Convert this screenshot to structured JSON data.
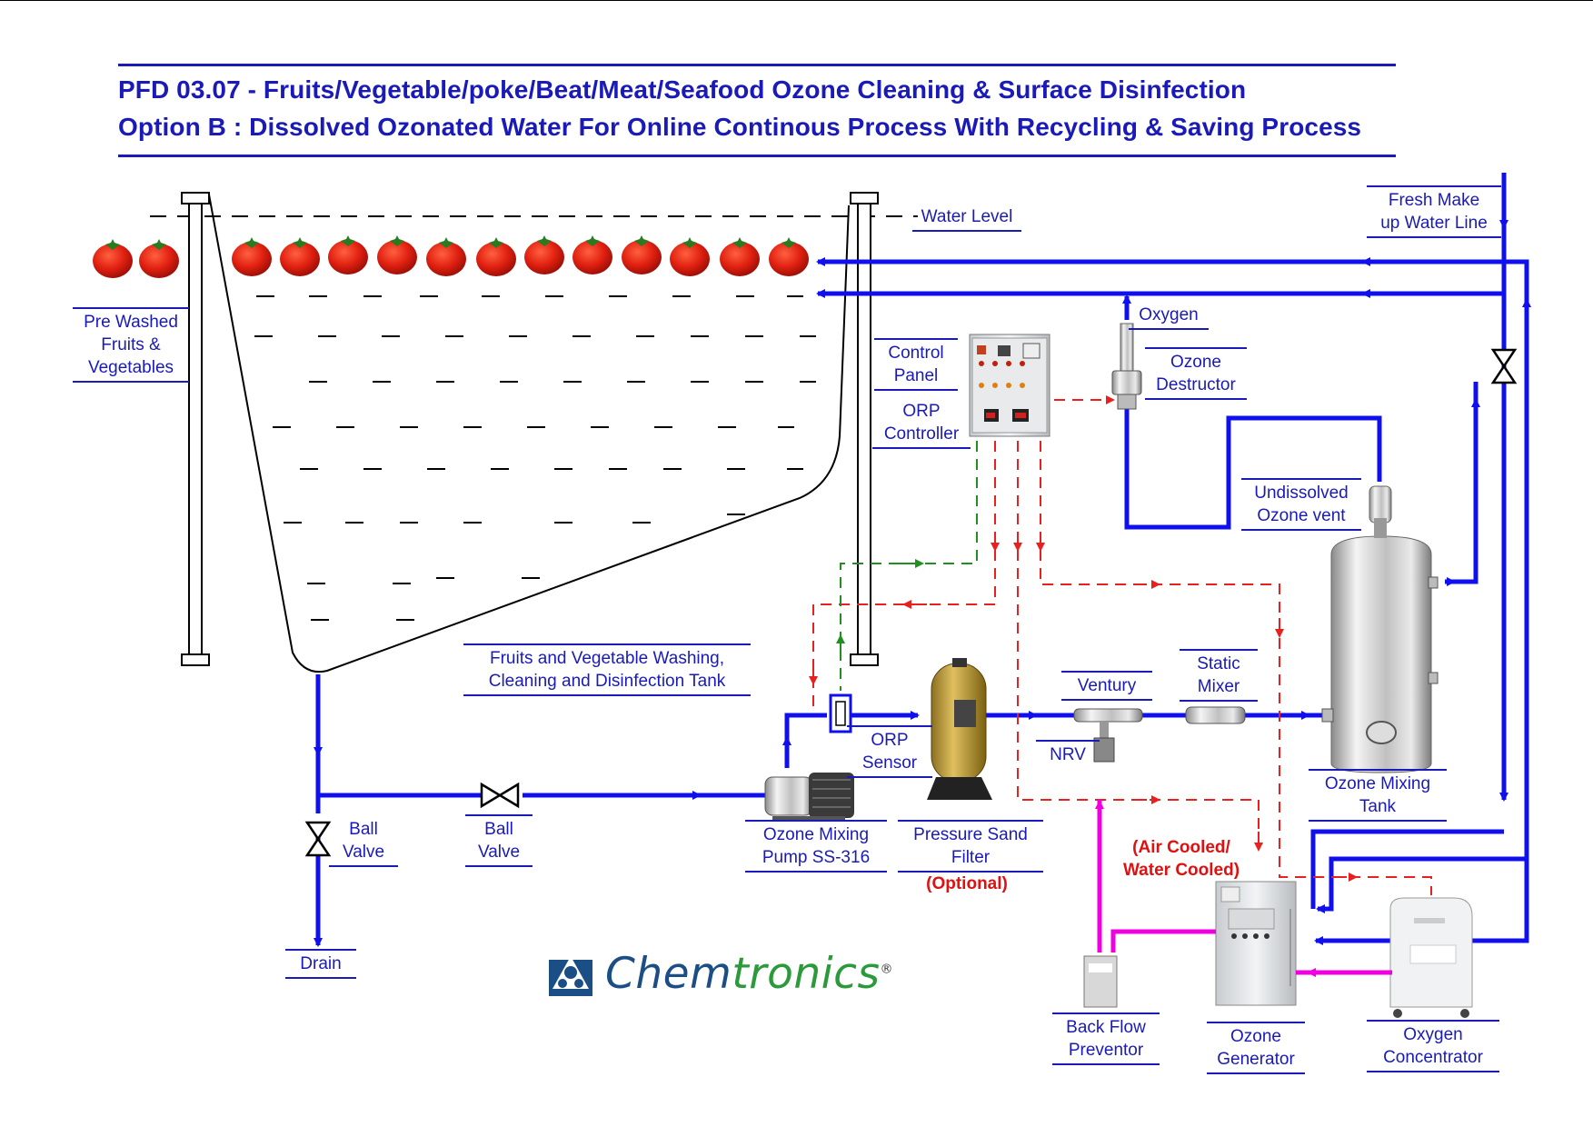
{
  "title": {
    "line1": "PFD 03.07 - Fruits/Vegetable/poke/Beat/Meat/Seafood Ozone Cleaning & Surface Disinfection",
    "line2": "Option B : Dissolved Ozonated Water For Online Continous Process With Recycling & Saving Process"
  },
  "labels": {
    "water_level": "Water Level",
    "fresh_makeup": [
      "Fresh Make",
      "up Water Line"
    ],
    "pre_washed": [
      "Pre Washed",
      "Fruits &",
      "Vegetables"
    ],
    "oxygen": "Oxygen",
    "control_panel": [
      "Control",
      "Panel"
    ],
    "orp_controller": [
      "ORP",
      "Controller"
    ],
    "ozone_destructor": [
      "Ozone",
      "Destructor"
    ],
    "undissolved_vent": [
      "Undissolved",
      "Ozone vent"
    ],
    "tank": [
      "Fruits and Vegetable Washing,",
      "Cleaning and Disinfection Tank"
    ],
    "venturi": "Ventury",
    "static_mixer": [
      "Static",
      "Mixer"
    ],
    "orp_sensor": [
      "ORP",
      "Sensor"
    ],
    "nrv": "NRV",
    "ball_valve_1": [
      "Ball",
      "Valve"
    ],
    "ball_valve_2": [
      "Ball",
      "Valve"
    ],
    "mixing_pump": [
      "Ozone Mixing",
      "Pump SS-316"
    ],
    "sand_filter": [
      "Pressure Sand",
      "Filter"
    ],
    "optional": "(Optional)",
    "mixing_tank": [
      "Ozone Mixing",
      "Tank"
    ],
    "cooling": [
      "(Air Cooled/",
      "Water Cooled)"
    ],
    "drain": "Drain",
    "back_flow": [
      "Back Flow",
      "Preventor"
    ],
    "ozone_generator": [
      "Ozone",
      "Generator"
    ],
    "oxygen_concentrator": [
      "Oxygen",
      "Concentrator"
    ]
  },
  "logo": {
    "brand": "Chemtronics",
    "part1": "Chem",
    "part2": "tronics",
    "mark": "®"
  },
  "colors": {
    "water_line": "#1010ee",
    "signal_line": "#e82020",
    "control_line": "#209020",
    "oxygen_line": "#f000e0",
    "text": "#1a1ab8"
  }
}
